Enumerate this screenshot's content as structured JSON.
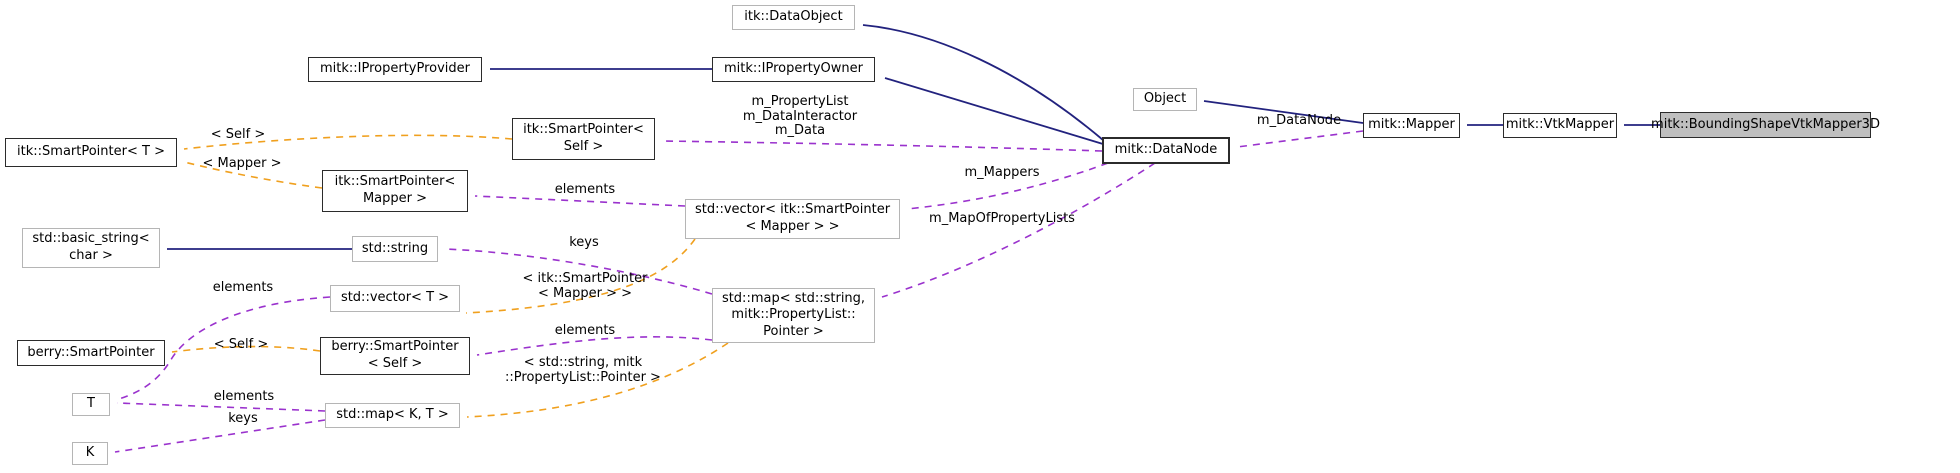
{
  "diagram": {
    "type": "doxygen-collaboration-graph",
    "colors": {
      "inheritance_edge": "#22227e",
      "member_edge": "#9a32cd",
      "template_edge": "#f0a01e",
      "highlight_node_fill": "#bfbfbf",
      "node_fill": "#ffffff"
    },
    "nodes": {
      "data_object": {
        "label": "itk::DataObject"
      },
      "iproperty_provider": {
        "label": "mitk::IPropertyProvider"
      },
      "iproperty_owner": {
        "label": "mitk::IPropertyOwner"
      },
      "object": {
        "label": "Object"
      },
      "data_node": {
        "label": "mitk::DataNode"
      },
      "mapper": {
        "label": "mitk::Mapper"
      },
      "vtk_mapper": {
        "label": "mitk::VtkMapper"
      },
      "bounding_shape": {
        "label": "mitk::BoundingShapeVtkMapper3D"
      },
      "sp_t": {
        "label": "itk::SmartPointer< T >"
      },
      "sp_self": {
        "label": "itk::SmartPointer<\nSelf >"
      },
      "sp_mapper": {
        "label": "itk::SmartPointer<\nMapper >"
      },
      "vec_sp_mapper": {
        "label": "std::vector< itk::SmartPointer\n< Mapper > >"
      },
      "basic_string": {
        "label": "std::basic_string<\nchar >"
      },
      "string": {
        "label": "std::string"
      },
      "vec_t": {
        "label": "std::vector< T >"
      },
      "map_string_plist": {
        "label": "std::map< std::string,\nmitk::PropertyList::\nPointer >"
      },
      "berry_sp": {
        "label": "berry::SmartPointer"
      },
      "berry_sp_self": {
        "label": "berry::SmartPointer\n< Self >"
      },
      "t": {
        "label": "T"
      },
      "map_kt": {
        "label": "std::map< K, T >"
      },
      "k": {
        "label": "K"
      }
    },
    "edge_labels": {
      "data_node_members": "m_PropertyList\nm_DataInteractor\nm_Data",
      "m_data_node": "m_DataNode",
      "m_mappers": "m_Mappers",
      "m_map_of_property_lists": "m_MapOfPropertyLists",
      "self_itk": "< Self >",
      "mapper_itk": "< Mapper >",
      "elements_vec_sp": "elements",
      "keys_map_string": "keys",
      "inst_vector": "< itk::SmartPointer\n< Mapper > >",
      "elements_vec_t": "elements",
      "self_berry": "< Self >",
      "elements_map_string": "elements",
      "inst_map": "< std::string, mitk\n::PropertyList::Pointer >",
      "elements_map_kt": "elements",
      "keys_map_kt": "keys"
    }
  }
}
